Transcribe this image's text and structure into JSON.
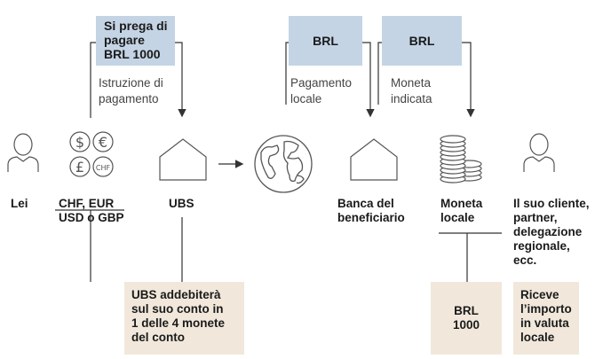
{
  "boxes": {
    "instruction": [
      "Si prega di",
      "pagare",
      "BRL 1000"
    ],
    "brl_left": "BRL",
    "brl_right": "BRL",
    "ubs_debit": [
      "UBS addebiterà",
      "sul suo conto in",
      "1 delle 4 monete",
      "del conto"
    ],
    "brl_1000": [
      "BRL",
      "1000"
    ],
    "receive": [
      "Riceve",
      "l’importo",
      "in valuta",
      "locale"
    ]
  },
  "annotations": {
    "istruzione": [
      "Istruzione di",
      "pagamento"
    ],
    "pagamento_locale": [
      "Pagamento",
      "locale"
    ],
    "moneta_indicata": [
      "Moneta",
      "indicata"
    ]
  },
  "nodes": {
    "lei": "Lei",
    "currencies": [
      "CHF, EUR",
      "USD o GBP"
    ],
    "ubs": "UBS",
    "banca": [
      "Banca del",
      "beneficiario"
    ],
    "moneta_locale": [
      "Moneta",
      "locale"
    ],
    "cliente": [
      "Il suo cliente,",
      "partner,",
      "delegazione",
      "regionale,",
      "ecc."
    ]
  },
  "currency_symbols": [
    "$",
    "€",
    "£",
    "CHF"
  ],
  "colors": {
    "blue_box": "#c4d4e5",
    "beige_box": "#f1e8db",
    "line": "#333333",
    "icon": "#555555"
  },
  "icons": [
    "person-icon",
    "currency-coins-icon",
    "house-icon",
    "globe-icon",
    "coin-stack-icon"
  ]
}
